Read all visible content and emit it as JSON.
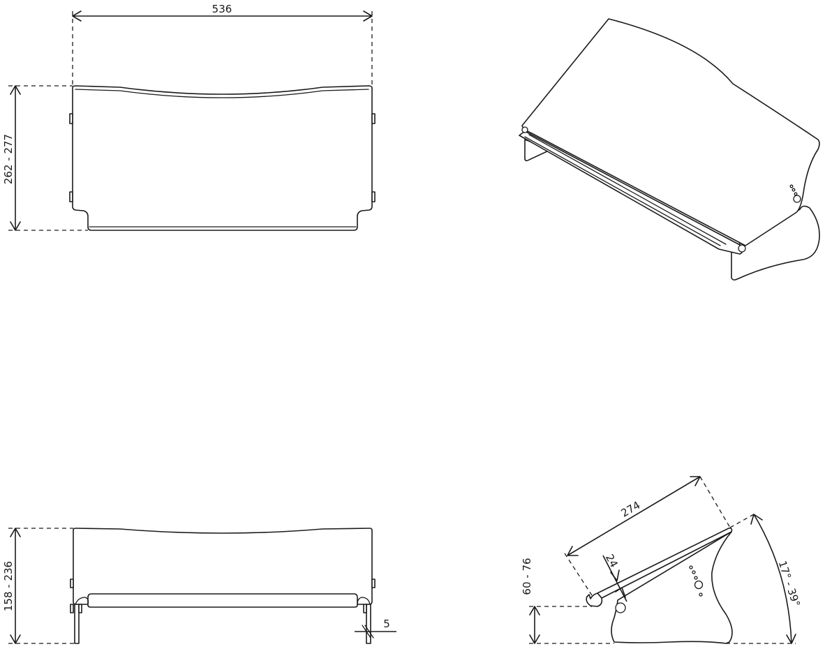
{
  "dimensions": {
    "width": "536",
    "height_range": "262 - 277",
    "lower_height_range": "158 - 236",
    "thickness": "5",
    "depth": "274",
    "lip": "24",
    "base_height_range": "60 - 76",
    "angle_range": "17° - 39°"
  },
  "colors": {
    "line": "#1a1a1a",
    "background": "#ffffff"
  }
}
